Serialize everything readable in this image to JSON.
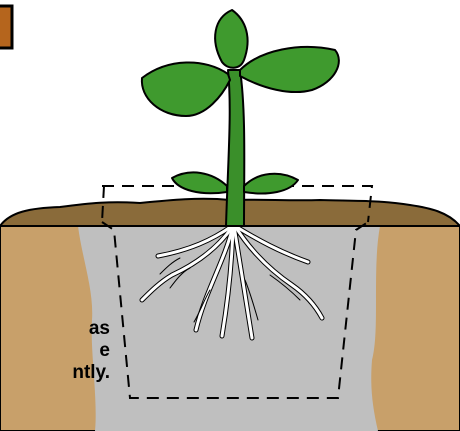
{
  "caption": {
    "line1": "as",
    "line2": "e",
    "line3": "ntly."
  },
  "colors": {
    "soil": "#c8a06a",
    "soil_edge": "#000000",
    "topsoil": "#8a6b3a",
    "pit_fill": "#bfbfbf",
    "leaf": "#3f9a2e",
    "stem": "#3a8f2a",
    "roots": "#ffffff",
    "corner_tag": "#b5651d"
  },
  "icons": {
    "plant": "seedling-icon",
    "corner_tag": "orange-tag-icon"
  }
}
